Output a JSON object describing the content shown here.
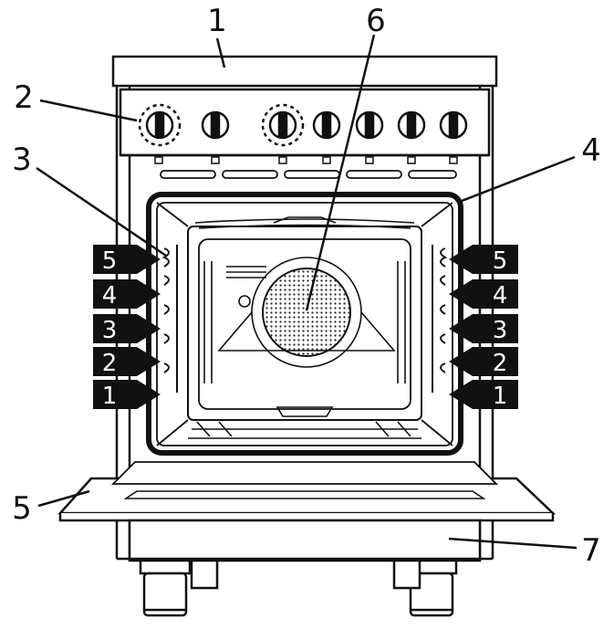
{
  "diagram": {
    "callouts": [
      {
        "id": "1",
        "text": "1"
      },
      {
        "id": "2",
        "text": "2"
      },
      {
        "id": "3",
        "text": "3"
      },
      {
        "id": "4",
        "text": "4"
      },
      {
        "id": "5",
        "text": "5"
      },
      {
        "id": "6",
        "text": "6"
      },
      {
        "id": "7",
        "text": "7"
      }
    ],
    "shelf_levels_left": [
      "5",
      "4",
      "3",
      "2",
      "1"
    ],
    "shelf_levels_right": [
      "5",
      "4",
      "3",
      "2",
      "1"
    ]
  },
  "colors": {
    "line": "#111111",
    "tag": "#111111",
    "tag_text": "#ffffff",
    "background": "#ffffff"
  }
}
